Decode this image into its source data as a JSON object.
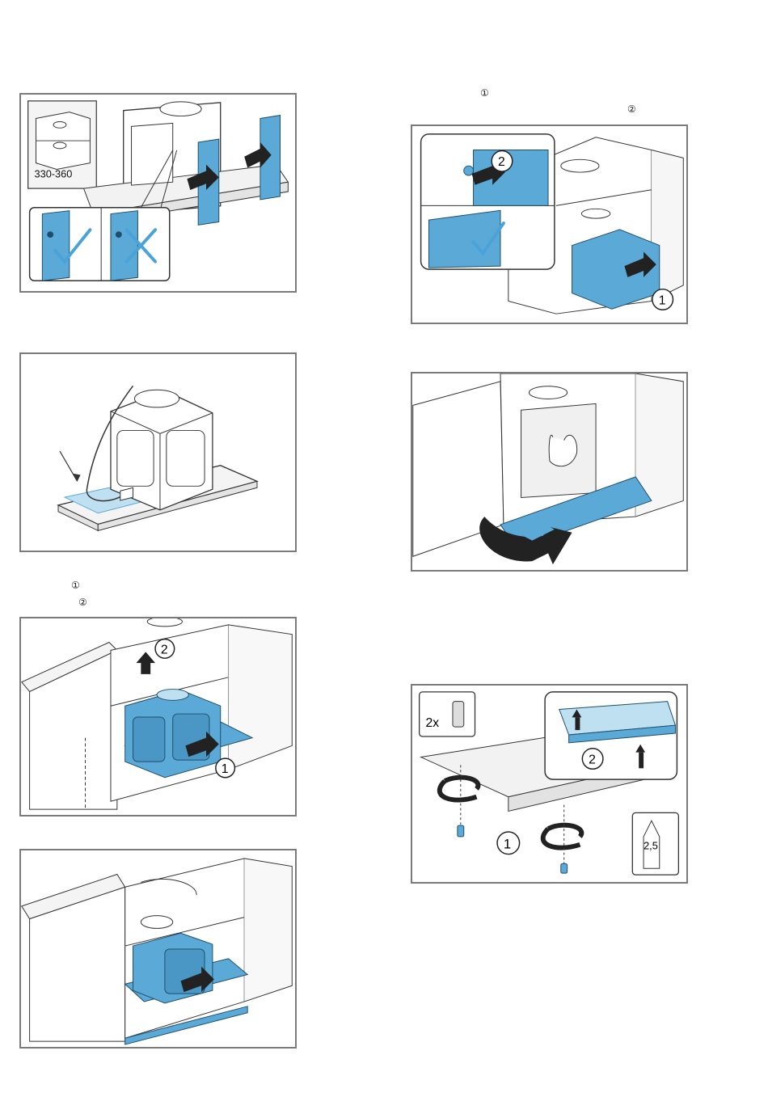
{
  "markers": {
    "step1_left": "①",
    "step2_left": "②",
    "step1_right": "①",
    "step2_right": "②"
  },
  "figures": {
    "fig1": {
      "dimension_label": "330-360"
    },
    "fig6": {
      "callout_1": "1",
      "callout_2": "2"
    },
    "fig3": {
      "callout_1": "1",
      "callout_2": "2"
    },
    "fig8": {
      "quantity_label": "2x",
      "tool_size_label": "2,5",
      "callout_1": "1",
      "callout_2": "2"
    }
  },
  "colors": {
    "accent_blue": "#5aa9d6",
    "light_blue": "#bfe0f1",
    "frame_gray": "#7a7a7a",
    "line": "#333333"
  }
}
